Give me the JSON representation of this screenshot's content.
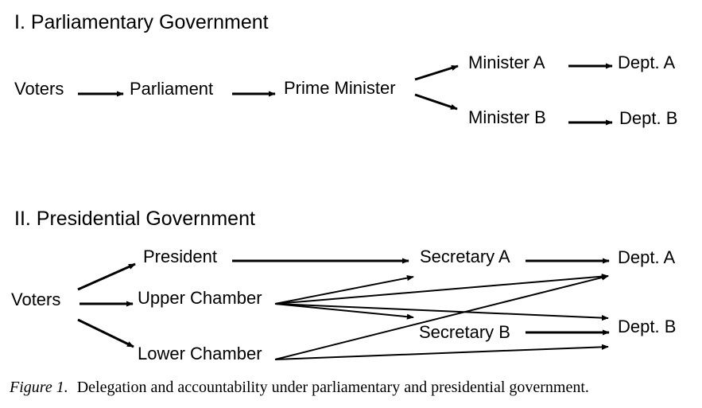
{
  "sections": {
    "parliamentary": {
      "title": "I. Parliamentary Government",
      "nodes": {
        "voters": "Voters",
        "parliament": "Parliament",
        "prime_minister": "Prime Minister",
        "minister_a": "Minister A",
        "minister_b": "Minister B",
        "dept_a": "Dept. A",
        "dept_b": "Dept. B"
      },
      "links": [
        [
          "voters",
          "parliament"
        ],
        [
          "parliament",
          "prime_minister"
        ],
        [
          "prime_minister",
          "minister_a"
        ],
        [
          "prime_minister",
          "minister_b"
        ],
        [
          "minister_a",
          "dept_a"
        ],
        [
          "minister_b",
          "dept_b"
        ]
      ]
    },
    "presidential": {
      "title": "II. Presidential Government",
      "nodes": {
        "voters": "Voters",
        "president": "President",
        "upper_chamber": "Upper Chamber",
        "lower_chamber": "Lower Chamber",
        "secretary_a": "Secretary A",
        "secretary_b": "Secretary B",
        "dept_a": "Dept. A",
        "dept_b": "Dept. B"
      },
      "links": [
        [
          "voters",
          "president"
        ],
        [
          "voters",
          "upper_chamber"
        ],
        [
          "voters",
          "lower_chamber"
        ],
        [
          "president",
          "secretary_a"
        ],
        [
          "upper_chamber",
          "secretary_a"
        ],
        [
          "upper_chamber",
          "secretary_b"
        ],
        [
          "upper_chamber",
          "dept_a"
        ],
        [
          "upper_chamber",
          "dept_b"
        ],
        [
          "lower_chamber",
          "dept_a"
        ],
        [
          "lower_chamber",
          "dept_b"
        ],
        [
          "secretary_a",
          "dept_a"
        ],
        [
          "secretary_b",
          "dept_b"
        ]
      ]
    }
  },
  "caption": {
    "lead": "Figure 1.",
    "text": "Delegation and accountability under parliamentary and presidential government."
  }
}
